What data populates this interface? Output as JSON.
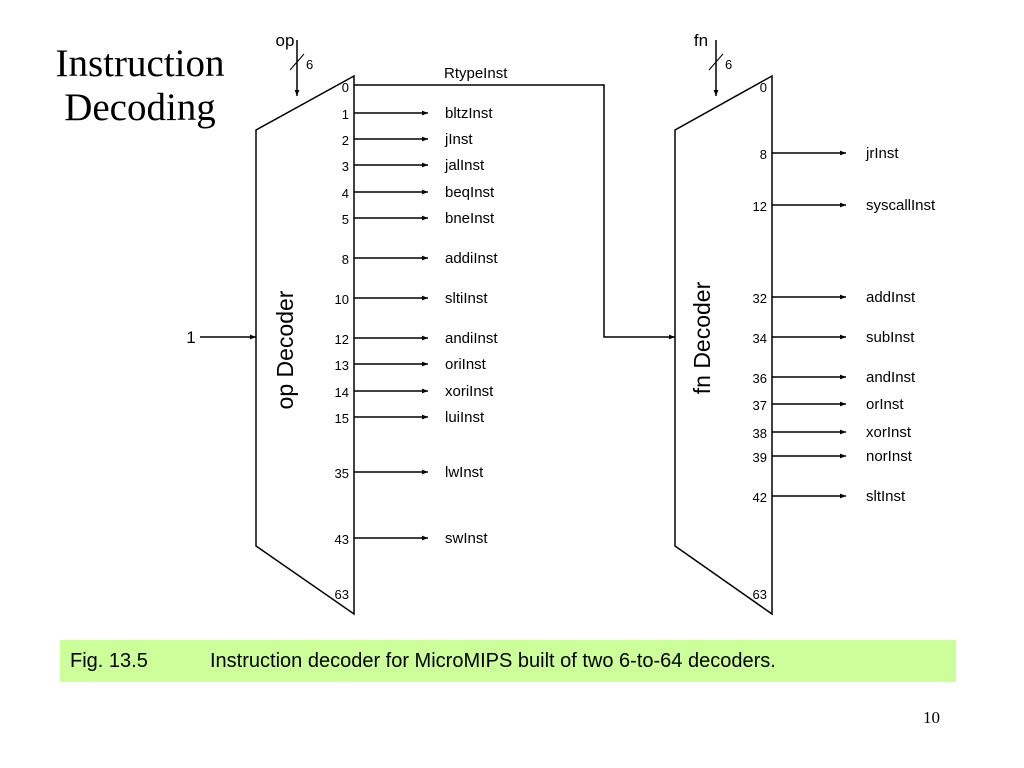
{
  "slide": {
    "title_line1": "Instruction",
    "title_line2": "Decoding",
    "page_number": "10"
  },
  "caption": {
    "figure_number": "Fig. 13.5",
    "text": "Instruction decoder for MicroMIPS built of two 6-to-64 decoders."
  },
  "op_decoder": {
    "label": "op Decoder",
    "input_label": "op",
    "bus_width": "6",
    "enable_input": "1",
    "top_index": "0",
    "bottom_index": "63",
    "outputs": [
      {
        "index": "1",
        "signal": "bltzInst"
      },
      {
        "index": "2",
        "signal": "jInst"
      },
      {
        "index": "3",
        "signal": "jalInst"
      },
      {
        "index": "4",
        "signal": "beqInst"
      },
      {
        "index": "5",
        "signal": "bneInst"
      },
      {
        "index": "8",
        "signal": "addiInst"
      },
      {
        "index": "10",
        "signal": "sltiInst"
      },
      {
        "index": "12",
        "signal": "andiInst"
      },
      {
        "index": "13",
        "signal": "oriInst"
      },
      {
        "index": "14",
        "signal": "xoriInst"
      },
      {
        "index": "15",
        "signal": "luiInst"
      },
      {
        "index": "35",
        "signal": "lwInst"
      },
      {
        "index": "43",
        "signal": "swInst"
      }
    ]
  },
  "rtype_signal": "RtypeInst",
  "fn_decoder": {
    "label": "fn Decoder",
    "input_label": "fn",
    "bus_width": "6",
    "top_index": "0",
    "bottom_index": "63",
    "outputs": [
      {
        "index": "8",
        "signal": "jrInst"
      },
      {
        "index": "12",
        "signal": "syscallInst"
      },
      {
        "index": "32",
        "signal": "addInst"
      },
      {
        "index": "34",
        "signal": "subInst"
      },
      {
        "index": "36",
        "signal": "andInst"
      },
      {
        "index": "37",
        "signal": "orInst"
      },
      {
        "index": "38",
        "signal": "xorInst"
      },
      {
        "index": "39",
        "signal": "norInst"
      },
      {
        "index": "42",
        "signal": "sltInst"
      }
    ]
  }
}
